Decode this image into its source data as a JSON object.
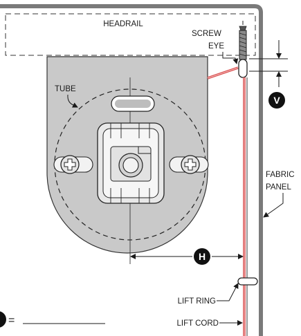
{
  "labels": {
    "headrail": "HEADRAIL",
    "screw_eye_line1": "SCREW",
    "screw_eye_line2": "EYE",
    "tube": "TUBE",
    "fabric_line1": "FABRIC",
    "fabric_line2": "PANEL",
    "lift_ring": "LIFT RING",
    "lift_cord": "LIFT CORD"
  },
  "badges": {
    "vertical": "V",
    "horizontal": "H",
    "legend": "H"
  },
  "legend": {
    "equals": "="
  },
  "colors": {
    "bracket_fill": "#c9c9c9",
    "frame": "#7a7a7a",
    "cord": "#d94c4c",
    "ink": "#1a1a1a"
  }
}
